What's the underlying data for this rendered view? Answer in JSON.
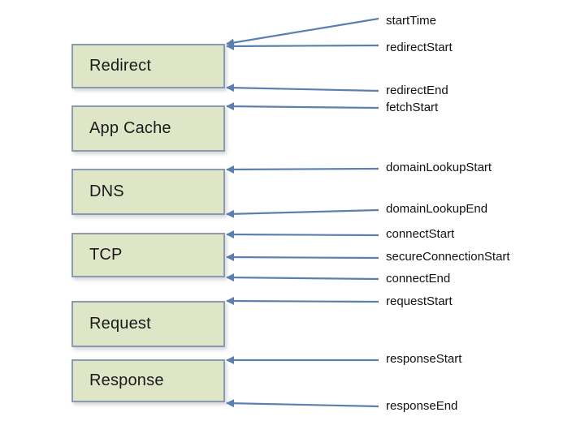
{
  "diagram": {
    "kind": "navigation-timing-phases",
    "colors": {
      "box_fill": "#dfe6c8",
      "box_border": "#8b9aae",
      "arrow": "#5b7fae",
      "label_text": "#111111",
      "background": "#ffffff"
    }
  },
  "phases": [
    {
      "label": "Redirect"
    },
    {
      "label": "App Cache"
    },
    {
      "label": "DNS"
    },
    {
      "label": "TCP"
    },
    {
      "label": "Request"
    },
    {
      "label": "Response"
    }
  ],
  "events": [
    {
      "label": "startTime"
    },
    {
      "label": "redirectStart"
    },
    {
      "label": "redirectEnd"
    },
    {
      "label": "fetchStart"
    },
    {
      "label": "domainLookupStart"
    },
    {
      "label": "domainLookupEnd"
    },
    {
      "label": "connectStart"
    },
    {
      "label": "secureConnectionStart"
    },
    {
      "label": "connectEnd"
    },
    {
      "label": "requestStart"
    },
    {
      "label": "responseStart"
    },
    {
      "label": "responseEnd"
    }
  ]
}
